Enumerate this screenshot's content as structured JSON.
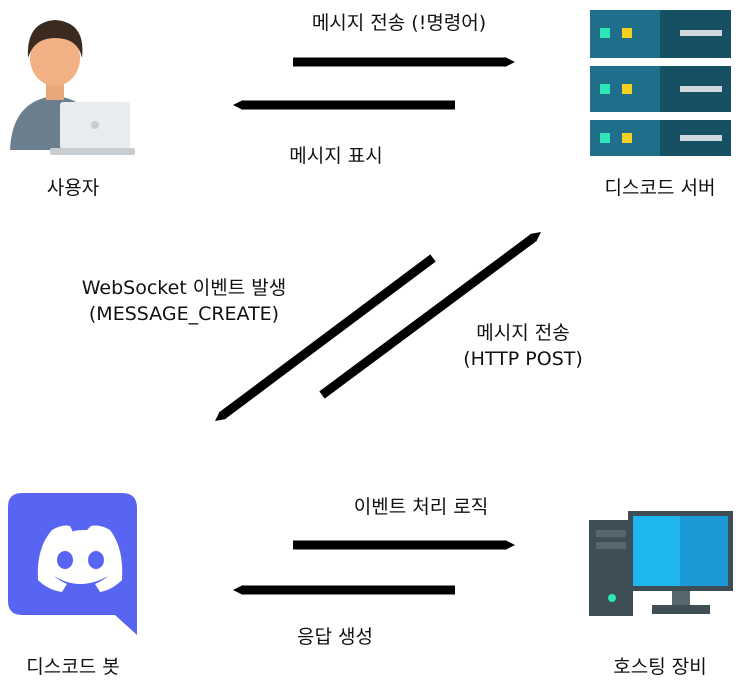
{
  "nodes": {
    "user": "사용자",
    "server": "디스코드 서버",
    "bot": "디스코드 봇",
    "host": "호스팅 장비"
  },
  "edges": {
    "send_command": "메시지 전송 (!명령어)",
    "display_message": "메시지 표시",
    "websocket_event_line1": "WebSocket 이벤트 발생",
    "websocket_event_line2": "(MESSAGE_CREATE)",
    "http_send_line1": "메시지 전송",
    "http_send_line2": "(HTTP POST)",
    "process_event": "이벤트 처리 로직",
    "generate_response": "응답 생성"
  },
  "icons": {
    "user": "user-laptop-icon",
    "server": "server-rack-icon",
    "bot": "discord-logo-icon",
    "host": "desktop-computer-icon"
  },
  "colors": {
    "discord_blurple": "#5865F2",
    "server_teal": "#1f6f8b",
    "monitor_blue": "#22a7e6"
  }
}
